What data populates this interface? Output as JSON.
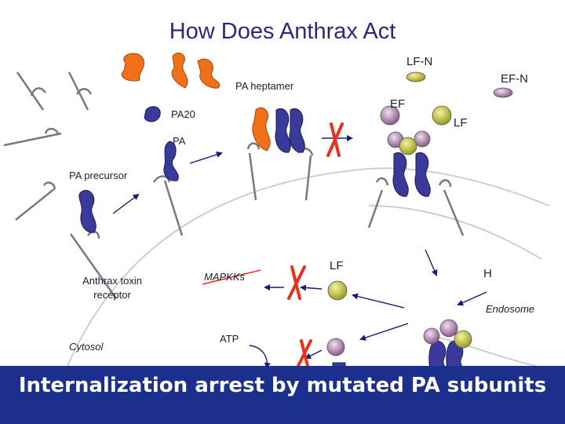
{
  "title": "How Does Anthrax Act",
  "labels": {
    "lf_n": "LF-N",
    "ef_n": "EF-N",
    "pa_heptamer": "PA heptamer",
    "ef": "EF",
    "pa20": "PA20",
    "lf_top": "LF",
    "pa": "PA",
    "pa_precursor": "PA precursor",
    "receptor": [
      "Anthrax toxin",
      "receptor"
    ],
    "mapkks": "MAPKKs",
    "lf_mid": "LF",
    "h_plus": "H",
    "endosome": "Endosome",
    "cytosol": "Cytosol",
    "atp": "ATP"
  },
  "banner": "Internalization arrest by mutated PA subunits",
  "colors": {
    "title": "#2a2a78",
    "pa_subunit": "#3a3a9a",
    "pa20": "#3a3a9a",
    "heptamer_orange": "#f07018",
    "inhibit_x": "#e8321e",
    "lf_ball": "#c8c83a",
    "ef_ball": "#c8a8c8",
    "receptor": "#7a7a7a",
    "membrane": "#c8c8c8",
    "banner": "#1d2f8c",
    "banner_text": "#ffffff"
  }
}
